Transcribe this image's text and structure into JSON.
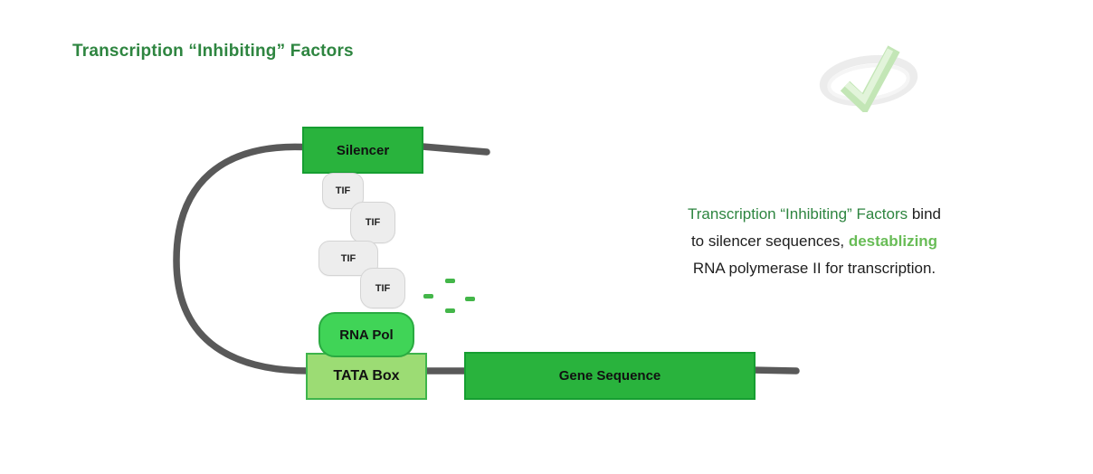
{
  "title": "Transcription “Inhibiting” Factors",
  "diagram": {
    "silencer_label": "Silencer",
    "tif_labels": [
      "TIF",
      "TIF",
      "TIF",
      "TIF"
    ],
    "rna_pol_label": "RNA Pol",
    "tata_label": "TATA Box",
    "gene_label": "Gene Sequence"
  },
  "caption": {
    "line1_green": "Transcription “Inhibiting” Factors",
    "line1_black": " bind",
    "line2_black": "to silencer sequences, ",
    "line2_green": "destablizing",
    "line3": "RNA polymerase II for transcription."
  },
  "icons": {
    "checkmark": "green-3d-check-with-gray-swoosh"
  },
  "colors": {
    "title_green": "#2e8540",
    "box_green": "#29b33d",
    "box_green_border": "#169e31",
    "rna_pol_green": "#40d457",
    "tata_light_green": "#9cdc74",
    "tif_gray": "#ededed",
    "strand_gray": "#595959",
    "dash_green": "#43b649",
    "caption_highlight_green": "#68bc56",
    "body_text": "#1e1e1e"
  }
}
